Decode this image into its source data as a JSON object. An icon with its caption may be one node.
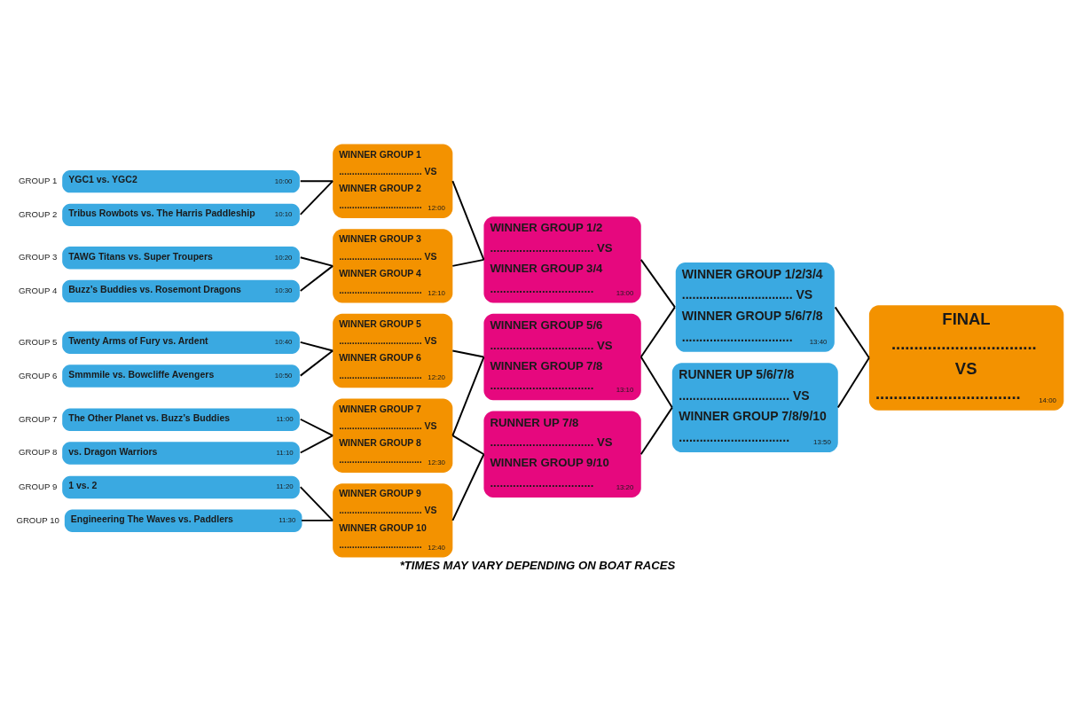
{
  "diagram": {
    "caption": "*TIMES MAY VARY DEPENDING ON BOAT RACES",
    "nodes": [
      {
        "text": [
          "YGC1 vs. YGC2",
          "10:00"
        ],
        "beside": [
          "GROUP 1"
        ]
      },
      {
        "text": [
          "Tribus Rowbots vs. The Harris Paddleship",
          "10:10"
        ],
        "beside": [
          "GROUP 2"
        ]
      },
      {
        "text": [
          "TAWG Titans vs. Super Troupers",
          "10:20"
        ],
        "beside": [
          "GROUP 3"
        ]
      },
      {
        "text": [
          "Buzz’s Buddies vs. Rosemont Dragons",
          "10:30"
        ],
        "beside": [
          "GROUP 4"
        ]
      },
      {
        "text": [
          "Twenty Arms of Fury vs. Ardent",
          "10:40"
        ],
        "beside": [
          "GROUP 5"
        ]
      },
      {
        "text": [
          "Smmmile vs. Bowcliffe Avengers",
          "10:50"
        ],
        "beside": [
          "GROUP 6"
        ]
      },
      {
        "text": [
          "The Other Planet vs. Buzz’s Buddies",
          "11:00"
        ],
        "beside": [
          "GROUP 7"
        ]
      },
      {
        "text": [
          "vs. Dragon Warriors",
          "11:10"
        ],
        "beside": [
          "GROUP 8"
        ]
      },
      {
        "text": [
          "1 vs. 2",
          "11:20"
        ],
        "beside": [
          "GROUP 9"
        ]
      },
      {
        "text": [
          "Engineering The Waves vs. Paddlers",
          "11:30"
        ],
        "beside": [
          "GROUP 10"
        ]
      },
      {
        "text": [
          "WINNER GROUP 1",
          "................................ VS",
          "WINNER GROUP 2",
          "................................",
          "12:00"
        ]
      },
      {
        "text": [
          "WINNER GROUP 3",
          "................................ VS",
          "WINNER GROUP 4",
          "................................",
          "12:10"
        ]
      },
      {
        "text": [
          "WINNER GROUP 5",
          "................................ VS",
          "WINNER GROUP 6",
          "................................",
          "12:20"
        ]
      },
      {
        "text": [
          "WINNER GROUP 7",
          "................................ VS",
          "WINNER GROUP 8",
          "................................",
          "12:30"
        ]
      },
      {
        "text": [
          "WINNER GROUP 9",
          "................................ VS",
          "WINNER GROUP 10",
          "................................",
          "12:40"
        ]
      },
      {
        "text": [
          "WINNER GROUP 1/2",
          "................................ VS",
          "WINNER GROUP 3/4",
          "................................",
          "13:00"
        ]
      },
      {
        "text": [
          "WINNER GROUP 5/6",
          "................................ VS",
          "WINNER GROUP 7/8",
          "................................",
          "13:10"
        ]
      },
      {
        "text": [
          "RUNNER UP 7/8",
          "................................ VS",
          "WINNER GROUP 9/10",
          "................................",
          "13:20"
        ]
      },
      {
        "text": [
          "WINNER GROUP 1/2/3/4",
          "................................ VS",
          "WINNER GROUP 5/6/7/8",
          "................................",
          "13:40"
        ]
      },
      {
        "text": [
          "RUNNER UP 5/6/7/8",
          "................................ VS",
          "WINNER GROUP 7/8/9/10",
          "................................",
          "13:50"
        ]
      },
      {
        "text": [
          "FINAL",
          "................................",
          "VS",
          "................................",
          "14:00"
        ]
      }
    ],
    "edges": [
      {
        "from": 0,
        "to": 10,
        "arrow": "none"
      },
      {
        "from": 1,
        "to": 10,
        "arrow": "none"
      },
      {
        "from": 2,
        "to": 11,
        "arrow": "none"
      },
      {
        "from": 3,
        "to": 11,
        "arrow": "none"
      },
      {
        "from": 4,
        "to": 12,
        "arrow": "none"
      },
      {
        "from": 5,
        "to": 12,
        "arrow": "none"
      },
      {
        "from": 6,
        "to": 13,
        "arrow": "none"
      },
      {
        "from": 7,
        "to": 13,
        "arrow": "none"
      },
      {
        "from": 8,
        "to": 14,
        "arrow": "none"
      },
      {
        "from": 9,
        "to": 14,
        "arrow": "none"
      },
      {
        "from": 10,
        "to": 15,
        "arrow": "none"
      },
      {
        "from": 11,
        "to": 15,
        "arrow": "none"
      },
      {
        "from": 12,
        "to": 16,
        "arrow": "none"
      },
      {
        "from": 13,
        "to": 16,
        "arrow": "none"
      },
      {
        "from": 13,
        "to": 17,
        "arrow": "none"
      },
      {
        "from": 14,
        "to": 17,
        "arrow": "none"
      },
      {
        "from": 15,
        "to": 18,
        "arrow": "none"
      },
      {
        "from": 16,
        "to": 18,
        "arrow": "none"
      },
      {
        "from": 16,
        "to": 19,
        "arrow": "none"
      },
      {
        "from": 17,
        "to": 19,
        "arrow": "none"
      },
      {
        "from": 18,
        "to": 20,
        "arrow": "none"
      },
      {
        "from": 19,
        "to": 20,
        "arrow": "none"
      }
    ]
  }
}
